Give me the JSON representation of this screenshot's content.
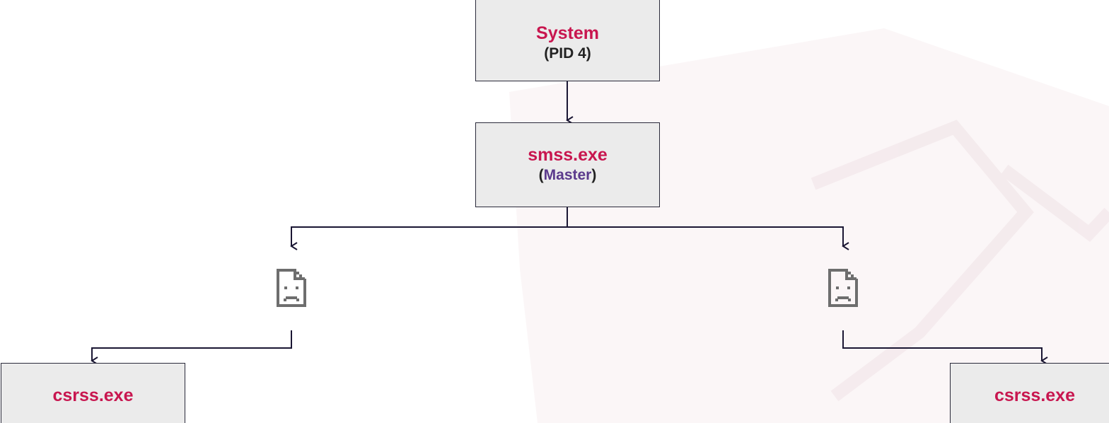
{
  "nodes": {
    "system": {
      "title": "System",
      "subtitle": "(PID 4)"
    },
    "smss": {
      "title": "smss.exe",
      "subtitle_open": "(",
      "subtitle_accent": "Master",
      "subtitle_close": ")"
    },
    "csrss_left": {
      "title": "csrss.exe"
    },
    "csrss_right": {
      "title": "csrss.exe"
    }
  },
  "icons": {
    "left_child": "sad-document-icon",
    "right_child": "sad-document-icon"
  },
  "colors": {
    "title": "#c8164f",
    "accent": "#5b3a8c",
    "box_fill": "#ebebeb",
    "line": "#1a1633"
  }
}
